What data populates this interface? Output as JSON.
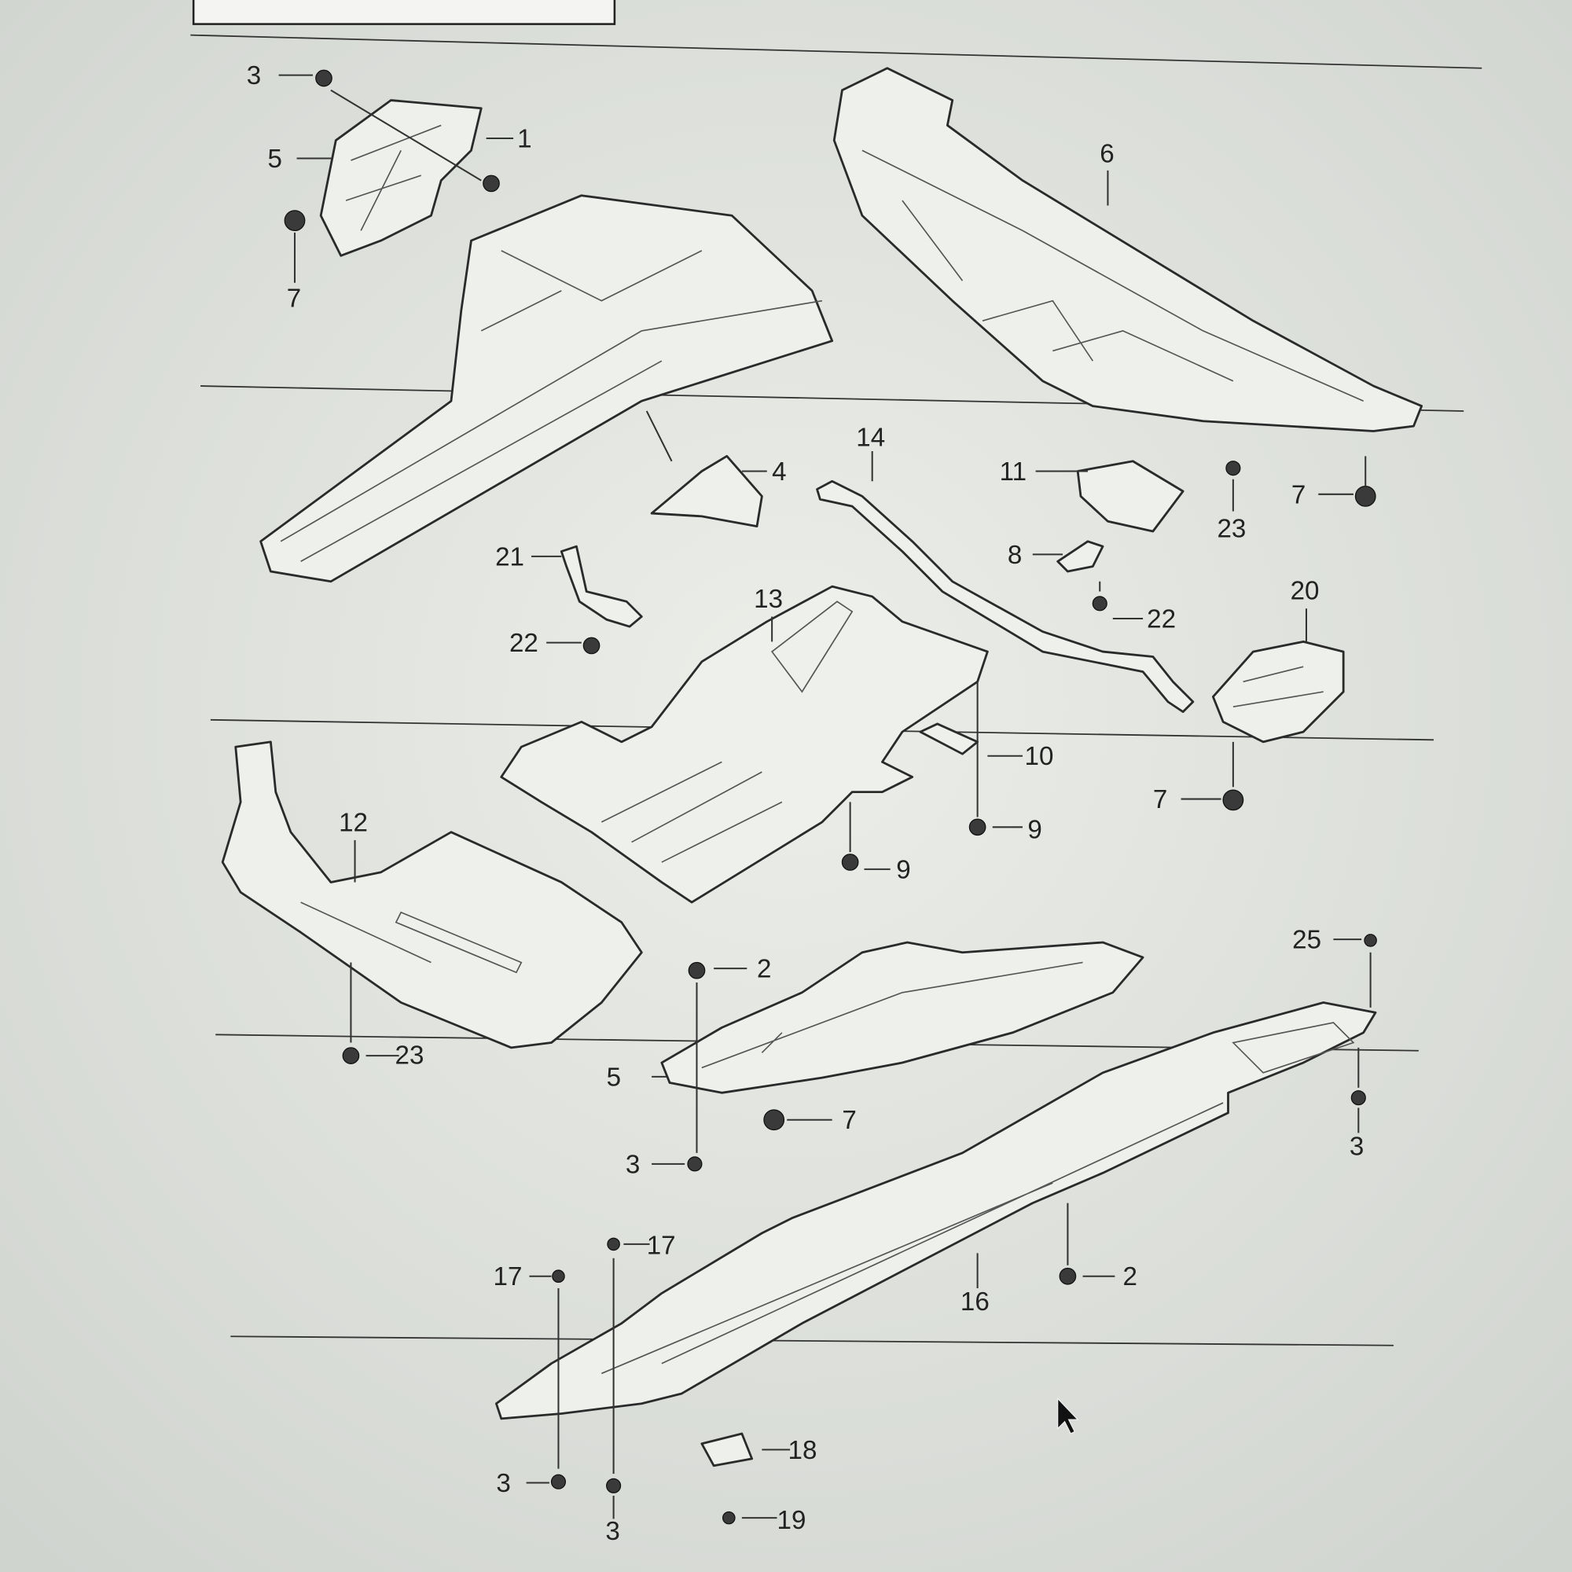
{
  "diagram": {
    "title": "Underbody panels exploded parts diagram",
    "callouts": [
      {
        "id": "c1",
        "text": "3"
      },
      {
        "id": "c2",
        "text": "5"
      },
      {
        "id": "c3",
        "text": "1"
      },
      {
        "id": "c4",
        "text": "7"
      },
      {
        "id": "c5",
        "text": "6"
      },
      {
        "id": "c6",
        "text": "4"
      },
      {
        "id": "c7",
        "text": "14"
      },
      {
        "id": "c8",
        "text": "11"
      },
      {
        "id": "c9",
        "text": "23"
      },
      {
        "id": "c10",
        "text": "7"
      },
      {
        "id": "c11",
        "text": "8"
      },
      {
        "id": "c12",
        "text": "22"
      },
      {
        "id": "c13",
        "text": "21"
      },
      {
        "id": "c14",
        "text": "22"
      },
      {
        "id": "c15",
        "text": "13"
      },
      {
        "id": "c16",
        "text": "20"
      },
      {
        "id": "c17",
        "text": "10"
      },
      {
        "id": "c18",
        "text": "7"
      },
      {
        "id": "c19",
        "text": "9"
      },
      {
        "id": "c20",
        "text": "9"
      },
      {
        "id": "c21",
        "text": "12"
      },
      {
        "id": "c22",
        "text": "2"
      },
      {
        "id": "c23",
        "text": "25"
      },
      {
        "id": "c24",
        "text": "23"
      },
      {
        "id": "c25",
        "text": "5"
      },
      {
        "id": "c26",
        "text": "7"
      },
      {
        "id": "c27",
        "text": "3"
      },
      {
        "id": "c28",
        "text": "3"
      },
      {
        "id": "c29",
        "text": "17"
      },
      {
        "id": "c30",
        "text": "17"
      },
      {
        "id": "c31",
        "text": "2"
      },
      {
        "id": "c32",
        "text": "16"
      },
      {
        "id": "c33",
        "text": "18"
      },
      {
        "id": "c34",
        "text": "3"
      },
      {
        "id": "c35",
        "text": "3"
      },
      {
        "id": "c36",
        "text": "19"
      }
    ]
  }
}
